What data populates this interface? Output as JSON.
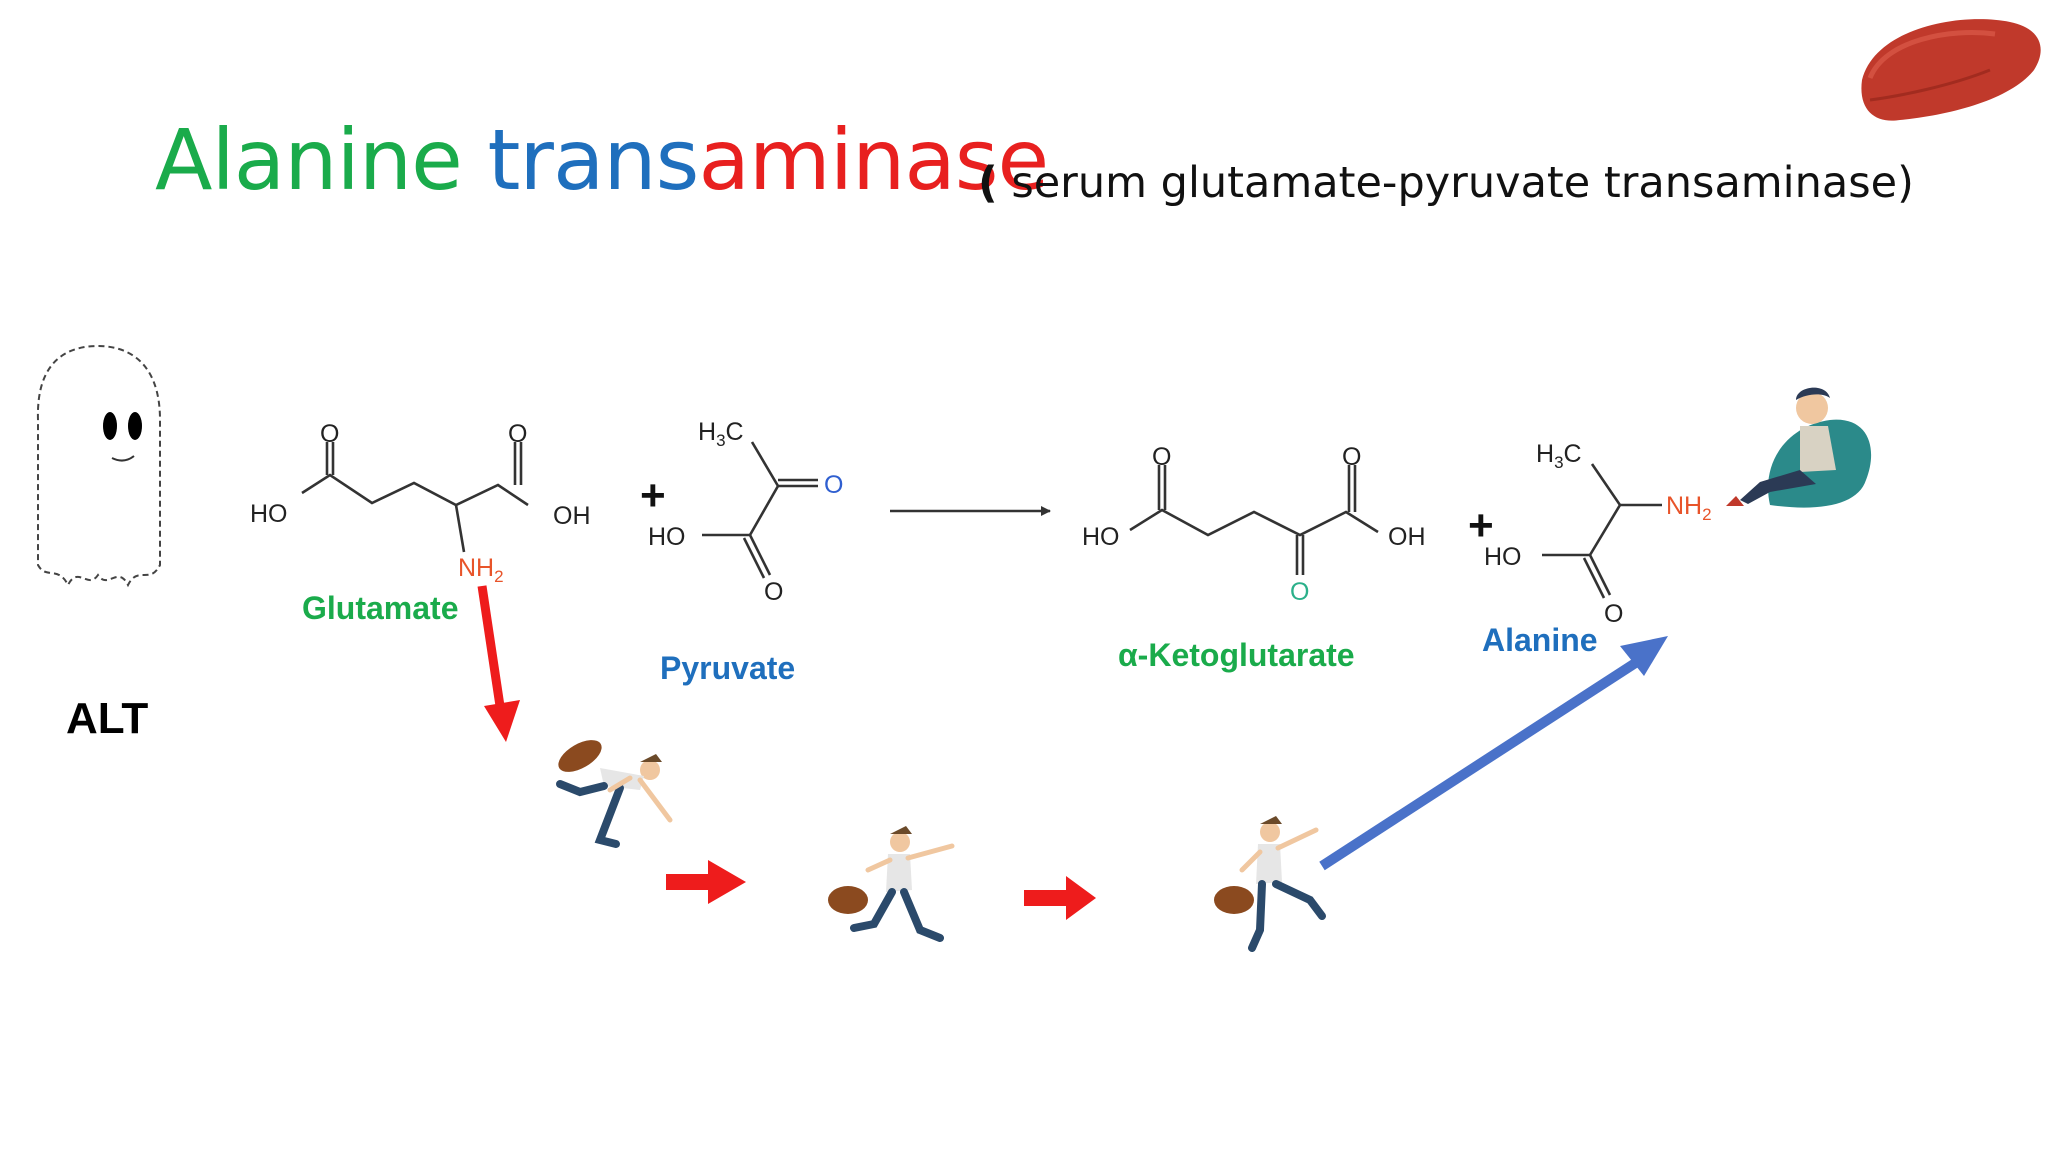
{
  "title": {
    "part1": "Alanine ",
    "part2": "trans",
    "part3": "aminase",
    "colors": {
      "part1": "#1aab4b",
      "part2": "#1f6fbd",
      "part3": "#e8201f"
    }
  },
  "subtitle": {
    "open": "(",
    "text": " serum glutamate-pyruvate transaminase)"
  },
  "enzyme_label": "ALT",
  "molecules": {
    "glutamate": {
      "name": "Glutamate",
      "color": "#1aab4b"
    },
    "pyruvate": {
      "name": "Pyruvate",
      "color": "#1f6fbd"
    },
    "ketoglutarate": {
      "name": "α-Ketoglutarate",
      "color": "#1aab4b"
    },
    "alanine": {
      "name": "Alanine",
      "color": "#1f6fbd"
    }
  },
  "chem_text": {
    "o": "O",
    "ho": "HO",
    "oh": "OH",
    "nh2": "NH",
    "h3c_h": "H",
    "h3c_c": "C",
    "sub2": "2",
    "sub3": "3",
    "plus": "+"
  },
  "colors": {
    "red_arrow": "#ee1c1c",
    "blue_arrow": "#4a72c9",
    "amine": "#e8542a"
  },
  "icons": [
    "liver-icon",
    "ghost-icon",
    "running-man-icon",
    "relaxing-man-icon"
  ]
}
